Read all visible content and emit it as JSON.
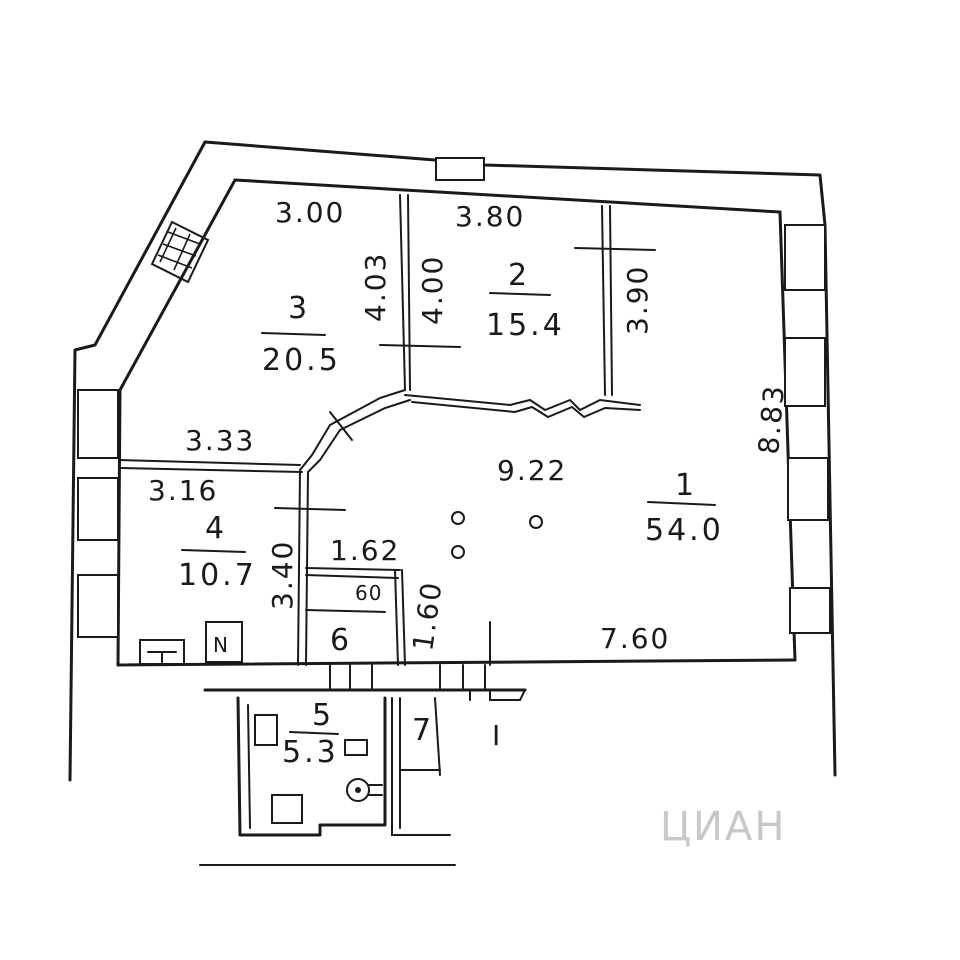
{
  "rooms": [
    {
      "number": "1",
      "area": "54.0"
    },
    {
      "number": "2",
      "area": "15.4"
    },
    {
      "number": "3",
      "area": "20.5"
    },
    {
      "number": "4",
      "area": "10.7"
    },
    {
      "number": "5",
      "area": "5.3"
    },
    {
      "number": "6"
    },
    {
      "number": "7"
    }
  ],
  "dimensions": {
    "d300": "3.00",
    "d380": "3.80",
    "d403": "4.03",
    "d400": "4.00",
    "d390": "3.90",
    "d883": "8.83",
    "d333": "3.33",
    "d922": "9.22",
    "d316": "3.16",
    "d340": "3.40",
    "d162": "1.62",
    "d160": "1.60",
    "d60": "60",
    "d760": "7.60"
  },
  "marks": {
    "section_mark": "I",
    "stair_mark": "N"
  },
  "watermark": "ЦИАН"
}
